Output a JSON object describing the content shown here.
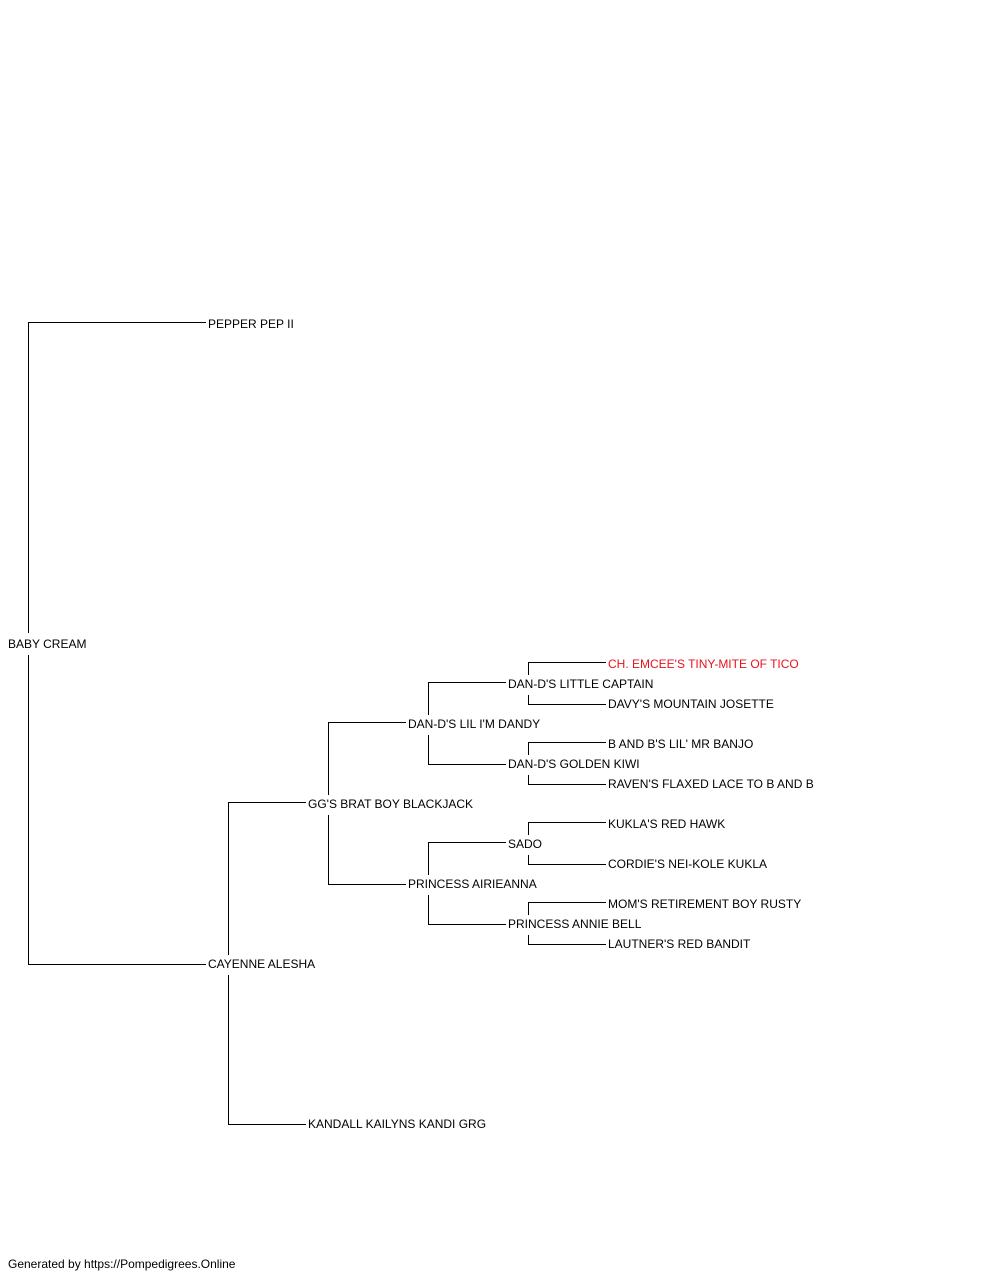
{
  "pedigree": {
    "subject": "BABY CREAM",
    "sire": "PEPPER PEP II",
    "dam": "CAYENNE ALESHA",
    "dam_sire": "GG'S BRAT BOY BLACKJACK",
    "dam_dam": "KANDALL KAILYNS KANDI GRG",
    "dam_sire_sire": "DAN-D'S LIL I'M DANDY",
    "dam_sire_dam": "PRINCESS AIRIEANNA",
    "dsss": "DAN-D'S LITTLE CAPTAIN",
    "dssd": "DAN-D'S GOLDEN KIWI",
    "dsds": "SADO",
    "dsdd": "PRINCESS ANNIE BELL",
    "dssss": "CH. EMCEE'S TINY-MITE OF TICO",
    "dsssd": "DAVY'S MOUNTAIN JOSETTE",
    "dssds": "B AND B'S LIL' MR BANJO",
    "dssdd": "RAVEN'S FLAXED LACE TO B AND B",
    "dsdss": "KUKLA'S RED HAWK",
    "dsdsd": "CORDIE'S NEI-KOLE KUKLA",
    "dsdds": "MOM'S RETIREMENT BOY RUSTY",
    "dsddd": "LAUTNER'S RED BANDIT"
  },
  "colors": {
    "highlight": "#e8121d",
    "line": "#000000"
  },
  "footer": "Generated by https://Pompedigrees.Online"
}
